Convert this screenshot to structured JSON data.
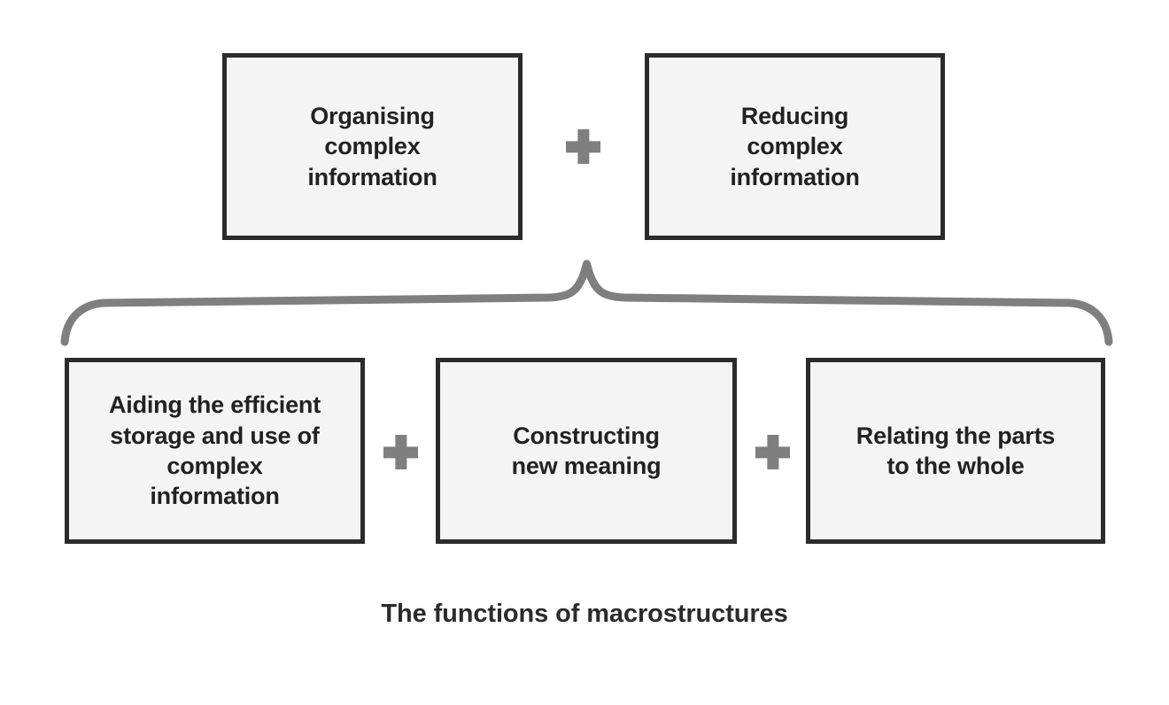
{
  "diagram": {
    "caption": "The functions of macrostructures",
    "colors": {
      "box_fill": "#f4f4f4",
      "box_border": "#2b2b2b",
      "text": "#222222",
      "plus": "#7f7f7f",
      "brace": "#7f7f7f",
      "background": "#ffffff"
    },
    "top_row": {
      "boxes": [
        {
          "label": "Organising\ncomplex\ninformation"
        },
        {
          "label": "Reducing\ncomplex\ninformation"
        }
      ],
      "operators": [
        {
          "symbol": "+",
          "name": "plus"
        }
      ]
    },
    "connector": {
      "type": "curly-brace",
      "orientation": "up",
      "name": "brace-connector"
    },
    "bottom_row": {
      "boxes": [
        {
          "label": "Aiding the efficient\nstorage and use of\ncomplex\ninformation"
        },
        {
          "label": "Constructing\nnew meaning"
        },
        {
          "label": "Relating the parts\nto the whole"
        }
      ],
      "operators": [
        {
          "symbol": "+",
          "name": "plus"
        },
        {
          "symbol": "+",
          "name": "plus"
        }
      ]
    }
  }
}
